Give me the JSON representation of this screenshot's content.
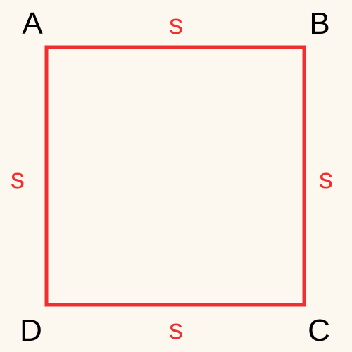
{
  "diagram": {
    "vertices": {
      "a": "A",
      "b": "B",
      "c": "C",
      "d": "D"
    },
    "sides": {
      "top": "s",
      "right": "s",
      "bottom": "s",
      "left": "s"
    }
  },
  "colors": {
    "background": "#fcf8f0",
    "square_stroke": "#f03030",
    "side_label": "#f03030",
    "vertex_label": "#000000"
  }
}
